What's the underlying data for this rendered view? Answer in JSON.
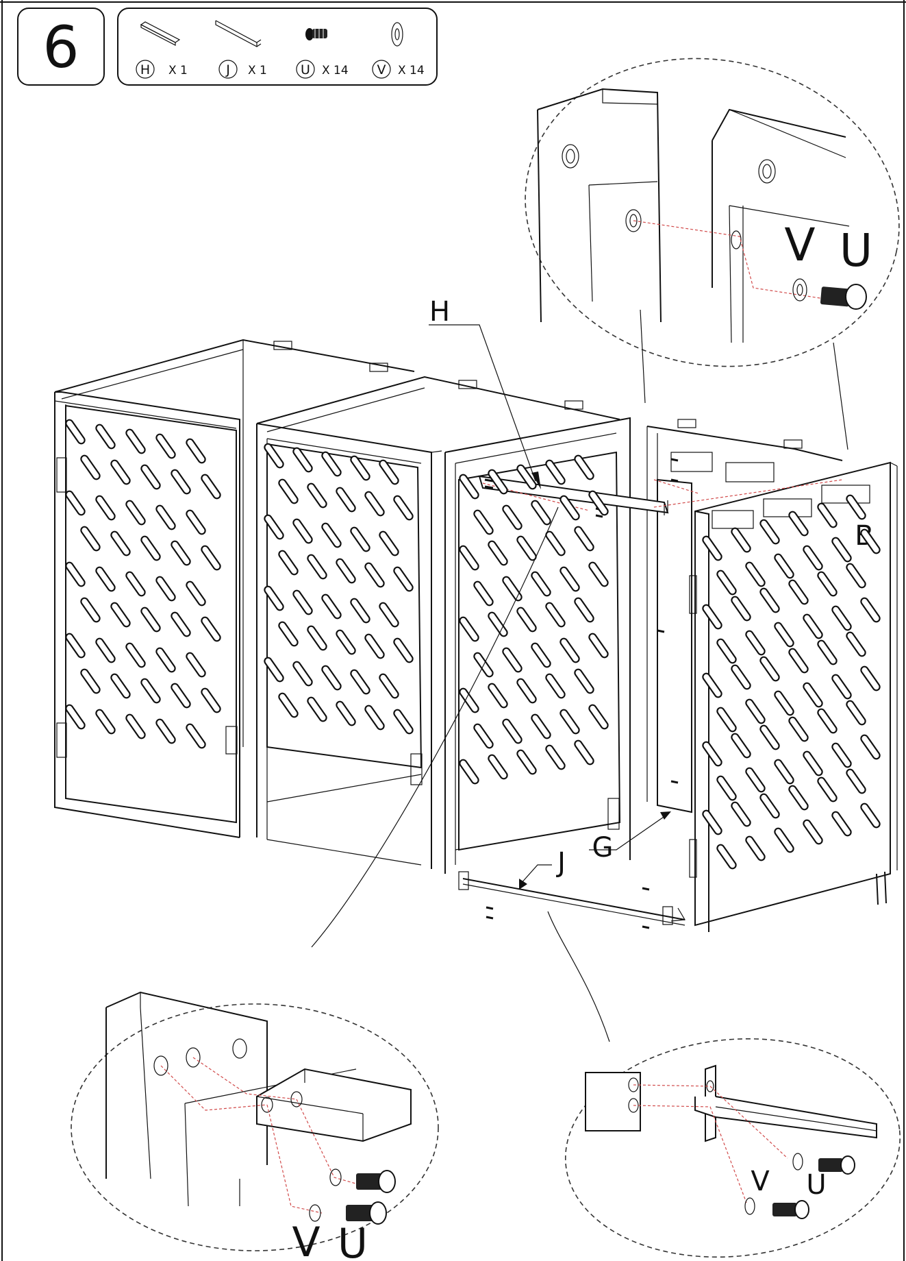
{
  "step": {
    "number": "6"
  },
  "parts": [
    {
      "letter": "H",
      "qty": "X 1",
      "icon": "bar-icon"
    },
    {
      "letter": "J",
      "qty": "X 1",
      "icon": "angle-bracket-icon"
    },
    {
      "letter": "U",
      "qty": "X 14",
      "icon": "bolt-icon"
    },
    {
      "letter": "V",
      "qty": "X 14",
      "icon": "washer-icon"
    }
  ],
  "labels": {
    "H": "H",
    "J": "J",
    "G": "G",
    "B": "B",
    "detail_top_V": "V",
    "detail_top_U": "U",
    "detail_left_V": "V",
    "detail_left_U": "U",
    "detail_right_V": "V",
    "detail_right_U": "U"
  },
  "colors": {
    "line": "#111111",
    "guide": "#d14a4a",
    "background": "#ffffff"
  }
}
